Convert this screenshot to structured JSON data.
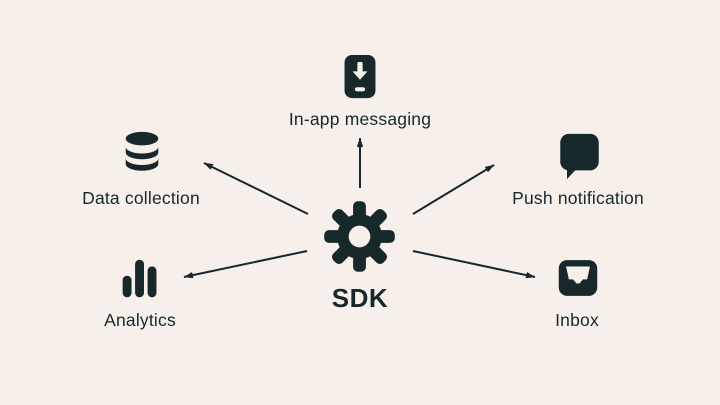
{
  "colors": {
    "background": "#f7f0ea",
    "ink": "#17282b"
  },
  "center": {
    "label": "SDK",
    "icon": "gear-icon"
  },
  "nodes": [
    {
      "id": "in-app-messaging",
      "label": "In-app messaging",
      "icon": "mobile-download-icon",
      "position": "top"
    },
    {
      "id": "data-collection",
      "label": "Data collection",
      "icon": "database-icon",
      "position": "upper-left"
    },
    {
      "id": "push-notification",
      "label": "Push notification",
      "icon": "chat-bubble-icon",
      "position": "upper-right"
    },
    {
      "id": "analytics",
      "label": "Analytics",
      "icon": "bar-chart-icon",
      "position": "lower-left"
    },
    {
      "id": "inbox",
      "label": "Inbox",
      "icon": "inbox-tray-icon",
      "position": "lower-right"
    }
  ]
}
